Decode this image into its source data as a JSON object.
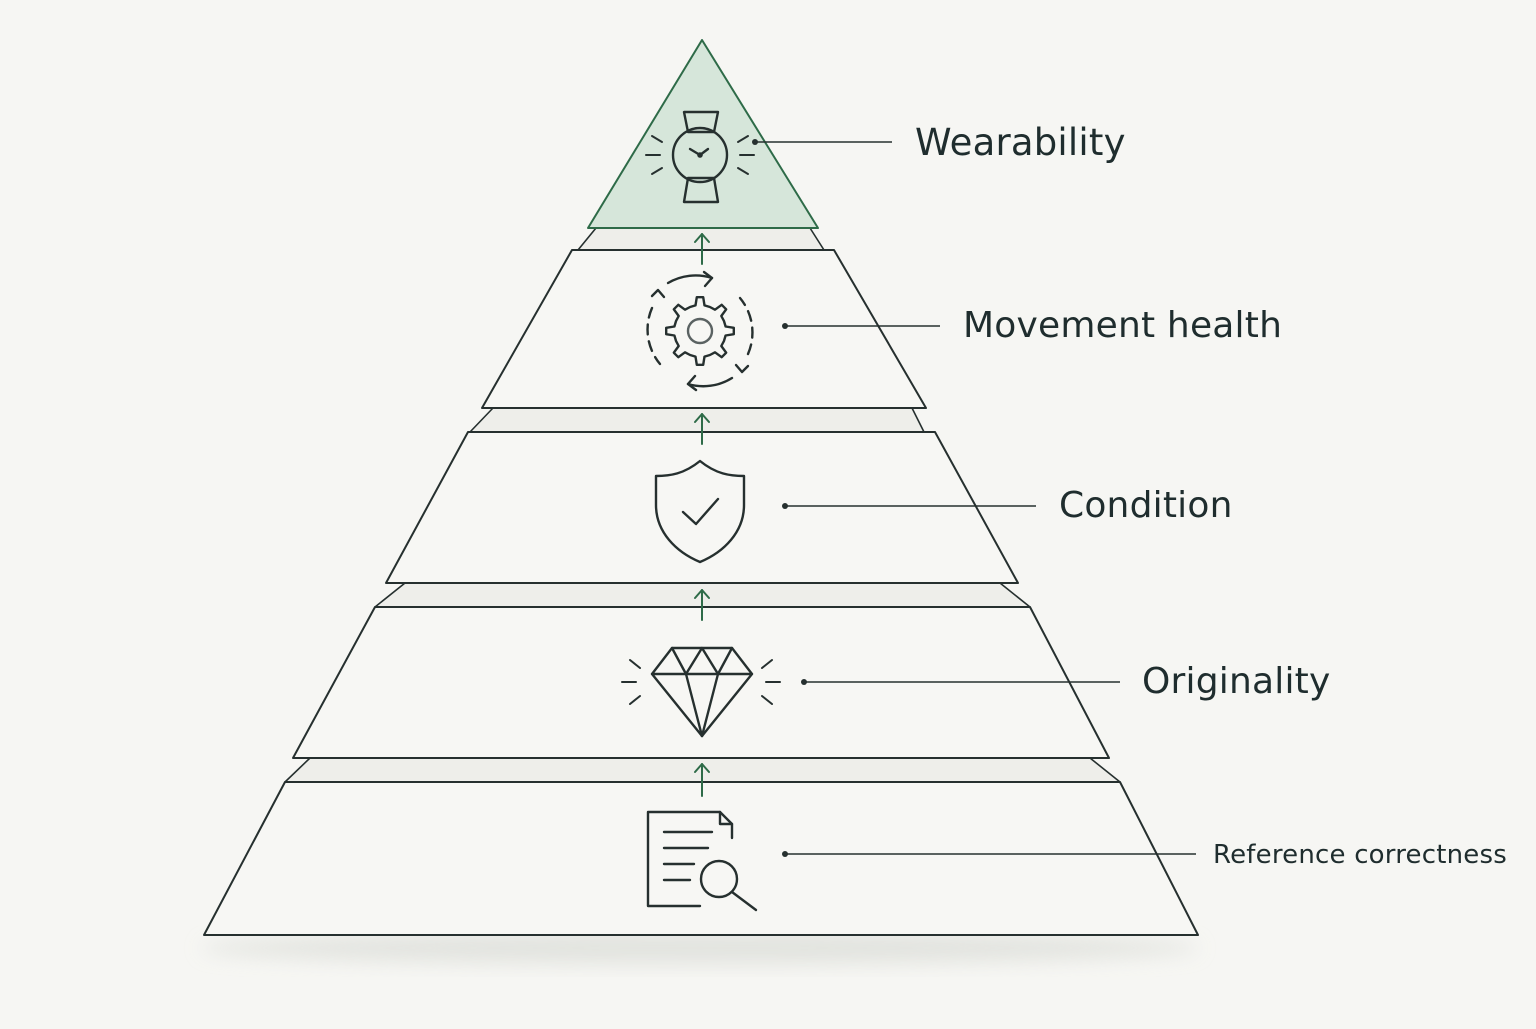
{
  "diagram": {
    "levels": [
      {
        "label": "Wearability",
        "icon": "watch-icon",
        "highlighted": true
      },
      {
        "label": "Movement health",
        "icon": "gear-cycle-icon",
        "highlighted": false
      },
      {
        "label": "Condition",
        "icon": "shield-check-icon",
        "highlighted": false
      },
      {
        "label": "Originality",
        "icon": "diamond-icon",
        "highlighted": false
      },
      {
        "label": "Reference correctness",
        "icon": "document-search-icon",
        "highlighted": false
      }
    ],
    "colors": {
      "background": "#f6f6f3",
      "tier_fill": "#f7f7f4",
      "tier_stroke": "#26302f",
      "highlight_fill": "#d6e6da",
      "highlight_stroke": "#2e6b48",
      "arrow": "#2e6b48",
      "text": "#1f2d2e"
    }
  }
}
